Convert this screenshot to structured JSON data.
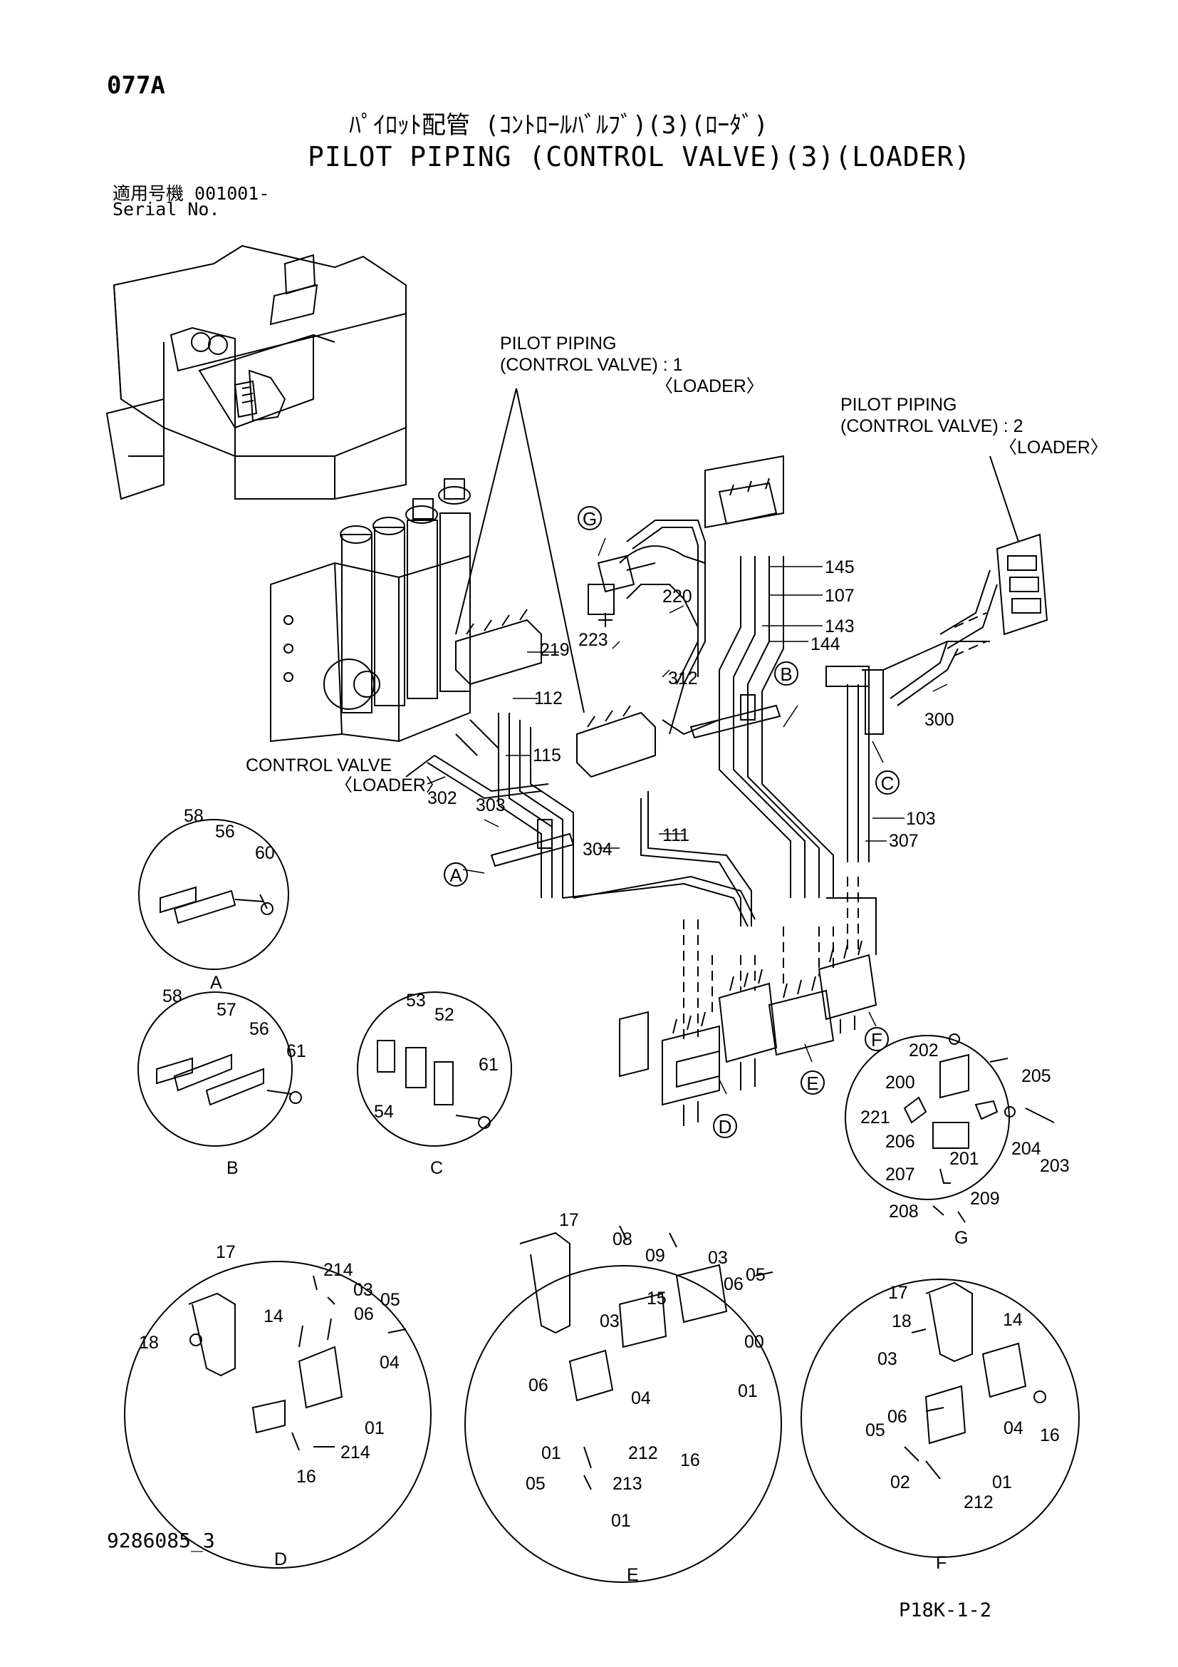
{
  "header": {
    "page_code": "077A",
    "title_jp": "ﾊﾟｲﾛｯﾄ配管 (ｺﾝﾄﾛｰﾙﾊﾞﾙﾌﾞ)(3)(ﾛｰﾀﾞ)",
    "title_en": "PILOT PIPING (CONTROL VALVE)(3)(LOADER)",
    "serial_jp": "適用号機  001001-",
    "serial_en": "Serial No."
  },
  "refs": {
    "ref1_line1": "PILOT PIPING",
    "ref1_line2": "(CONTROL VALVE) : 1",
    "ref1_line3": "〈LOADER〉",
    "ref2_line1": "PILOT PIPING",
    "ref2_line2": "(CONTROL VALVE) : 2",
    "ref2_line3": "〈LOADER〉",
    "cv_line1": "CONTROL VALVE",
    "cv_line2": "〈LOADER〉"
  },
  "callouts": {
    "g": "G",
    "b": "B",
    "c": "C",
    "a": "A",
    "d": "D",
    "e": "E",
    "f": "F"
  },
  "parts_main": {
    "p145": "145",
    "p107": "107",
    "p143": "143",
    "p144": "144",
    "p220": "220",
    "p223": "223",
    "p219": "219",
    "p312": "312",
    "p112": "112",
    "p115": "115",
    "p300": "300",
    "p302": "302",
    "p303": "303",
    "p304": "304",
    "p111": "111",
    "p103": "103",
    "p307": "307"
  },
  "detail_a": {
    "label": "A",
    "p58": "58",
    "p56": "56",
    "p60": "60"
  },
  "detail_b": {
    "label": "B",
    "p58": "58",
    "p57": "57",
    "p56": "56",
    "p61": "61"
  },
  "detail_c": {
    "label": "C",
    "p53": "53",
    "p52": "52",
    "p54": "54",
    "p61": "61"
  },
  "detail_g": {
    "label": "G",
    "p202": "202",
    "p205": "205",
    "p200": "200",
    "p221": "221",
    "p206": "206",
    "p201": "201",
    "p204": "204",
    "p203": "203",
    "p207": "207",
    "p208": "208",
    "p209": "209"
  },
  "detail_d": {
    "label": "D",
    "p17": "17",
    "p214a": "214",
    "p03": "03",
    "p05": "05",
    "p06": "06",
    "p14": "14",
    "p18": "18",
    "p04": "04",
    "p01": "01",
    "p214b": "214",
    "p16": "16"
  },
  "detail_e": {
    "label": "E",
    "p17": "17",
    "p08": "08",
    "p09": "09",
    "p03a": "03",
    "p06a": "06",
    "p05a": "05",
    "p15": "15",
    "p03b": "03",
    "p00": "00",
    "p06b": "06",
    "p04": "04",
    "p01a": "01",
    "p01b": "01",
    "p212": "212",
    "p16": "16",
    "p05b": "05",
    "p213": "213",
    "p01c": "01"
  },
  "detail_f": {
    "label": "F",
    "p17": "17",
    "p18": "18",
    "p14": "14",
    "p03": "03",
    "p16": "16",
    "p05": "05",
    "p06": "06",
    "p04": "04",
    "p02": "02",
    "p01": "01",
    "p212": "212"
  },
  "footer": {
    "drawing_no": "9286085_3",
    "page_ref": "P18K-1-2"
  }
}
